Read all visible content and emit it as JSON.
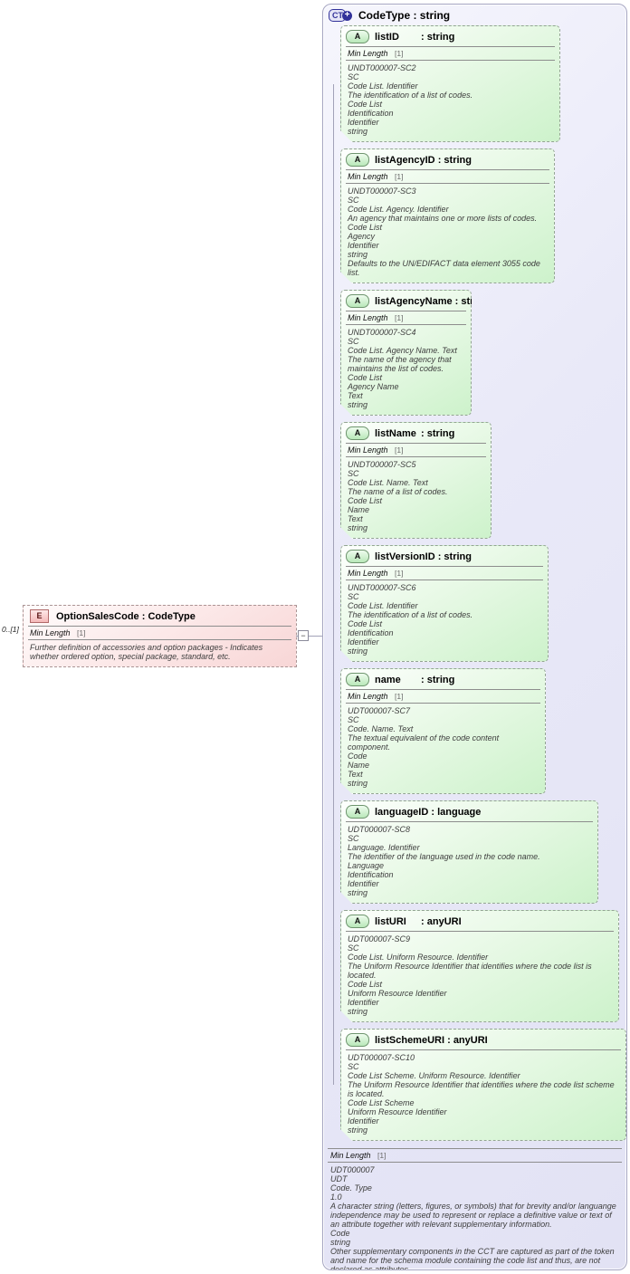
{
  "ui": {
    "type_separator": " : ",
    "collapse_glyph": "−",
    "plus_glyph": "+"
  },
  "element": {
    "icon": "E",
    "name": "OptionSalesCode",
    "type": "CodeType",
    "occurrence": "0..[1]",
    "facet_label": "Min Length",
    "facet_value": "[1]",
    "description": "Further definition of accessories and option packages - Indicates whether ordered option, special package, standard, etc."
  },
  "complex_type": {
    "icon": "CT",
    "name": "CodeType",
    "base": "string",
    "facet_label": "Min Length",
    "facet_value": "[1]",
    "details": [
      "UDT000007",
      "UDT",
      "Code. Type",
      "1.0",
      "A character string (letters, figures, or symbols) that for brevity and/or languange independence may be used to represent or replace a definitive value or text of an attribute together with relevant supplementary information.",
      "Code",
      "string",
      "Other supplementary components in the CCT are captured as part of the token and name for the schema module containing the code list and thus, are not declared as attributes."
    ],
    "attributes": [
      {
        "icon": "A",
        "name": "listID",
        "type": "string",
        "facet_label": "Min Length",
        "facet_value": "[1]",
        "details": [
          "UNDT000007-SC2",
          "SC",
          "Code List. Identifier",
          "The identification of a list of codes.",
          "Code List",
          "Identification",
          "Identifier",
          "string"
        ]
      },
      {
        "icon": "A",
        "name": "listAgencyID",
        "type": "string",
        "facet_label": "Min Length",
        "facet_value": "[1]",
        "details": [
          "UNDT000007-SC3",
          "SC",
          "Code List. Agency. Identifier",
          "An agency that maintains one or more lists of codes.",
          "Code List",
          "Agency",
          "Identifier",
          "string",
          "Defaults to the UN/EDIFACT data element 3055 code list."
        ]
      },
      {
        "icon": "A",
        "name": "listAgencyName",
        "type": "string",
        "facet_label": "Min Length",
        "facet_value": "[1]",
        "details": [
          "UNDT000007-SC4",
          "SC",
          "Code List. Agency Name. Text",
          "The name of the agency that maintains the list of codes.",
          "Code List",
          "Agency Name",
          "Text",
          "string"
        ]
      },
      {
        "icon": "A",
        "name": "listName",
        "type": "string",
        "facet_label": "Min Length",
        "facet_value": "[1]",
        "details": [
          "UNDT000007-SC5",
          "SC",
          "Code List. Name. Text",
          "The name of a list of codes.",
          "Code List",
          "Name",
          "Text",
          "string"
        ]
      },
      {
        "icon": "A",
        "name": "listVersionID",
        "type": "string",
        "facet_label": "Min Length",
        "facet_value": "[1]",
        "details": [
          "UNDT000007-SC6",
          "SC",
          "Code List. Identifier",
          "The identification of a list of codes.",
          "Code List",
          "Identification",
          "Identifier",
          "string"
        ]
      },
      {
        "icon": "A",
        "name": "name",
        "type": "string",
        "facet_label": "Min Length",
        "facet_value": "[1]",
        "details": [
          "UDT000007-SC7",
          "SC",
          "Code. Name. Text",
          "The textual equivalent of the code content component.",
          "Code",
          "Name",
          "Text",
          "string"
        ]
      },
      {
        "icon": "A",
        "name": "languageID",
        "type": "language",
        "facet_label": null,
        "facet_value": null,
        "details": [
          "UDT000007-SC8",
          "SC",
          "Language. Identifier",
          "The identifier of the language used in the code name.",
          "Language",
          "Identification",
          "Identifier",
          "string"
        ]
      },
      {
        "icon": "A",
        "name": "listURI",
        "type": "anyURI",
        "facet_label": null,
        "facet_value": null,
        "details": [
          "UDT000007-SC9",
          "SC",
          "Code List. Uniform Resource. Identifier",
          "The Uniform Resource Identifier that identifies where the code list is located.",
          "Code List",
          "Uniform Resource Identifier",
          "Identifier",
          "string"
        ]
      },
      {
        "icon": "A",
        "name": "listSchemeURI",
        "type": "anyURI",
        "facet_label": null,
        "facet_value": null,
        "details": [
          "UDT000007-SC10",
          "SC",
          "Code List Scheme. Uniform Resource. Identifier",
          "The Uniform Resource Identifier that identifies where the code list scheme is located.",
          "Code List Scheme",
          "Uniform Resource Identifier",
          "Identifier",
          "string"
        ]
      }
    ]
  }
}
